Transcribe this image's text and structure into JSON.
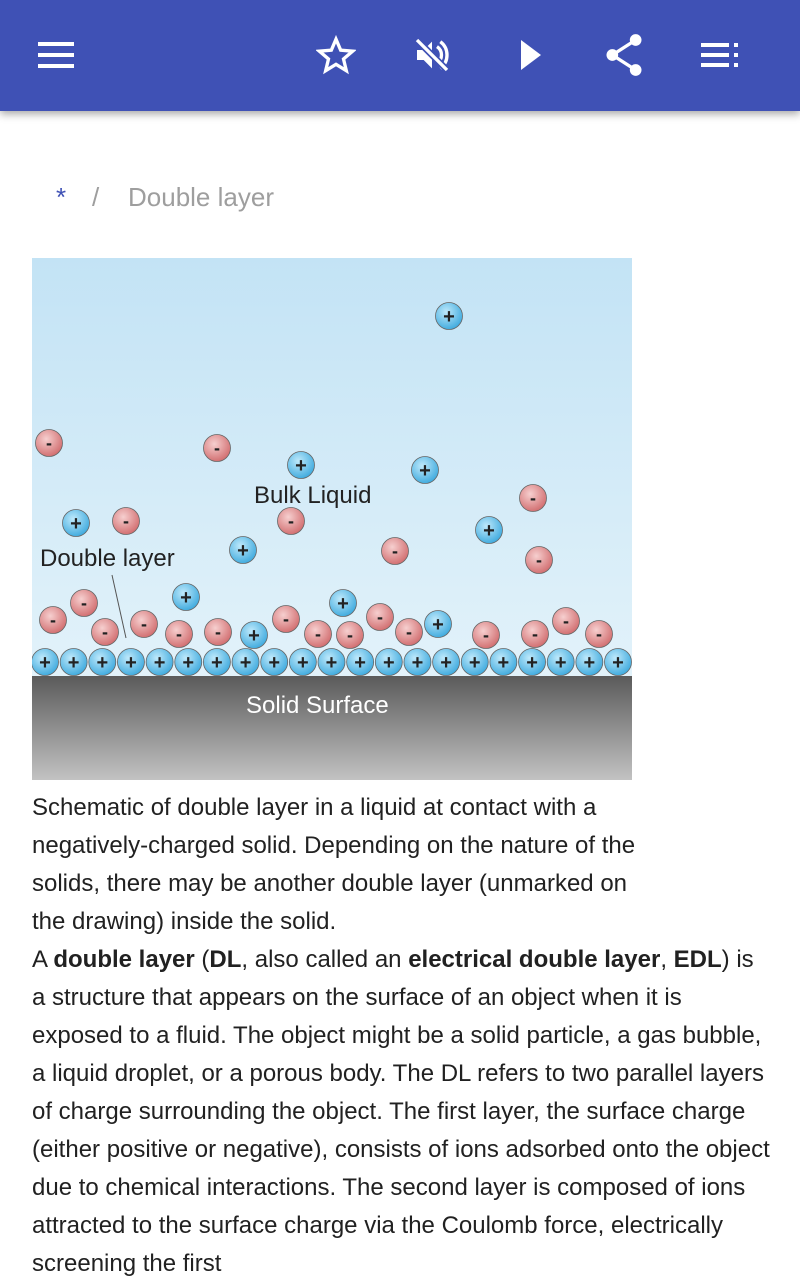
{
  "toolbar": {
    "icons": [
      "menu-icon",
      "star-icon",
      "volume-off-icon",
      "play-icon",
      "share-icon",
      "playlist-icon"
    ],
    "color": "#3f51b5"
  },
  "breadcrumb": {
    "home": "*",
    "separator": "/",
    "current": "Double layer"
  },
  "figure": {
    "bulk_label": "Bulk Liquid",
    "dl_label": "Double layer",
    "surface_label": "Solid Surface",
    "plus": "+",
    "minus": "-"
  },
  "caption": "Schematic of double layer in a liquid at contact with a negatively-charged solid. Depending on the nature of the solids, there may be another double layer (unmarked on the drawing) inside the solid.",
  "article": {
    "p1_a": "A ",
    "p1_b": "double layer",
    "p1_c": " (",
    "p1_d": "DL",
    "p1_e": ", also called an ",
    "p1_f": "electrical double layer",
    "p1_g": ", ",
    "p1_h": "EDL",
    "p1_i": ") is a structure that appears on the surface of an object when it is exposed to a fluid. The object might be a solid particle, a gas bubble, a liquid droplet, or a porous body. The DL refers to two parallel layers of charge surrounding the object. The first layer, the surface charge (either positive or negative), consists of ions adsorbed onto the object due to chemical interactions. The second layer is composed of ions attracted to the surface charge via the Coulomb force, electrically screening the first"
  }
}
